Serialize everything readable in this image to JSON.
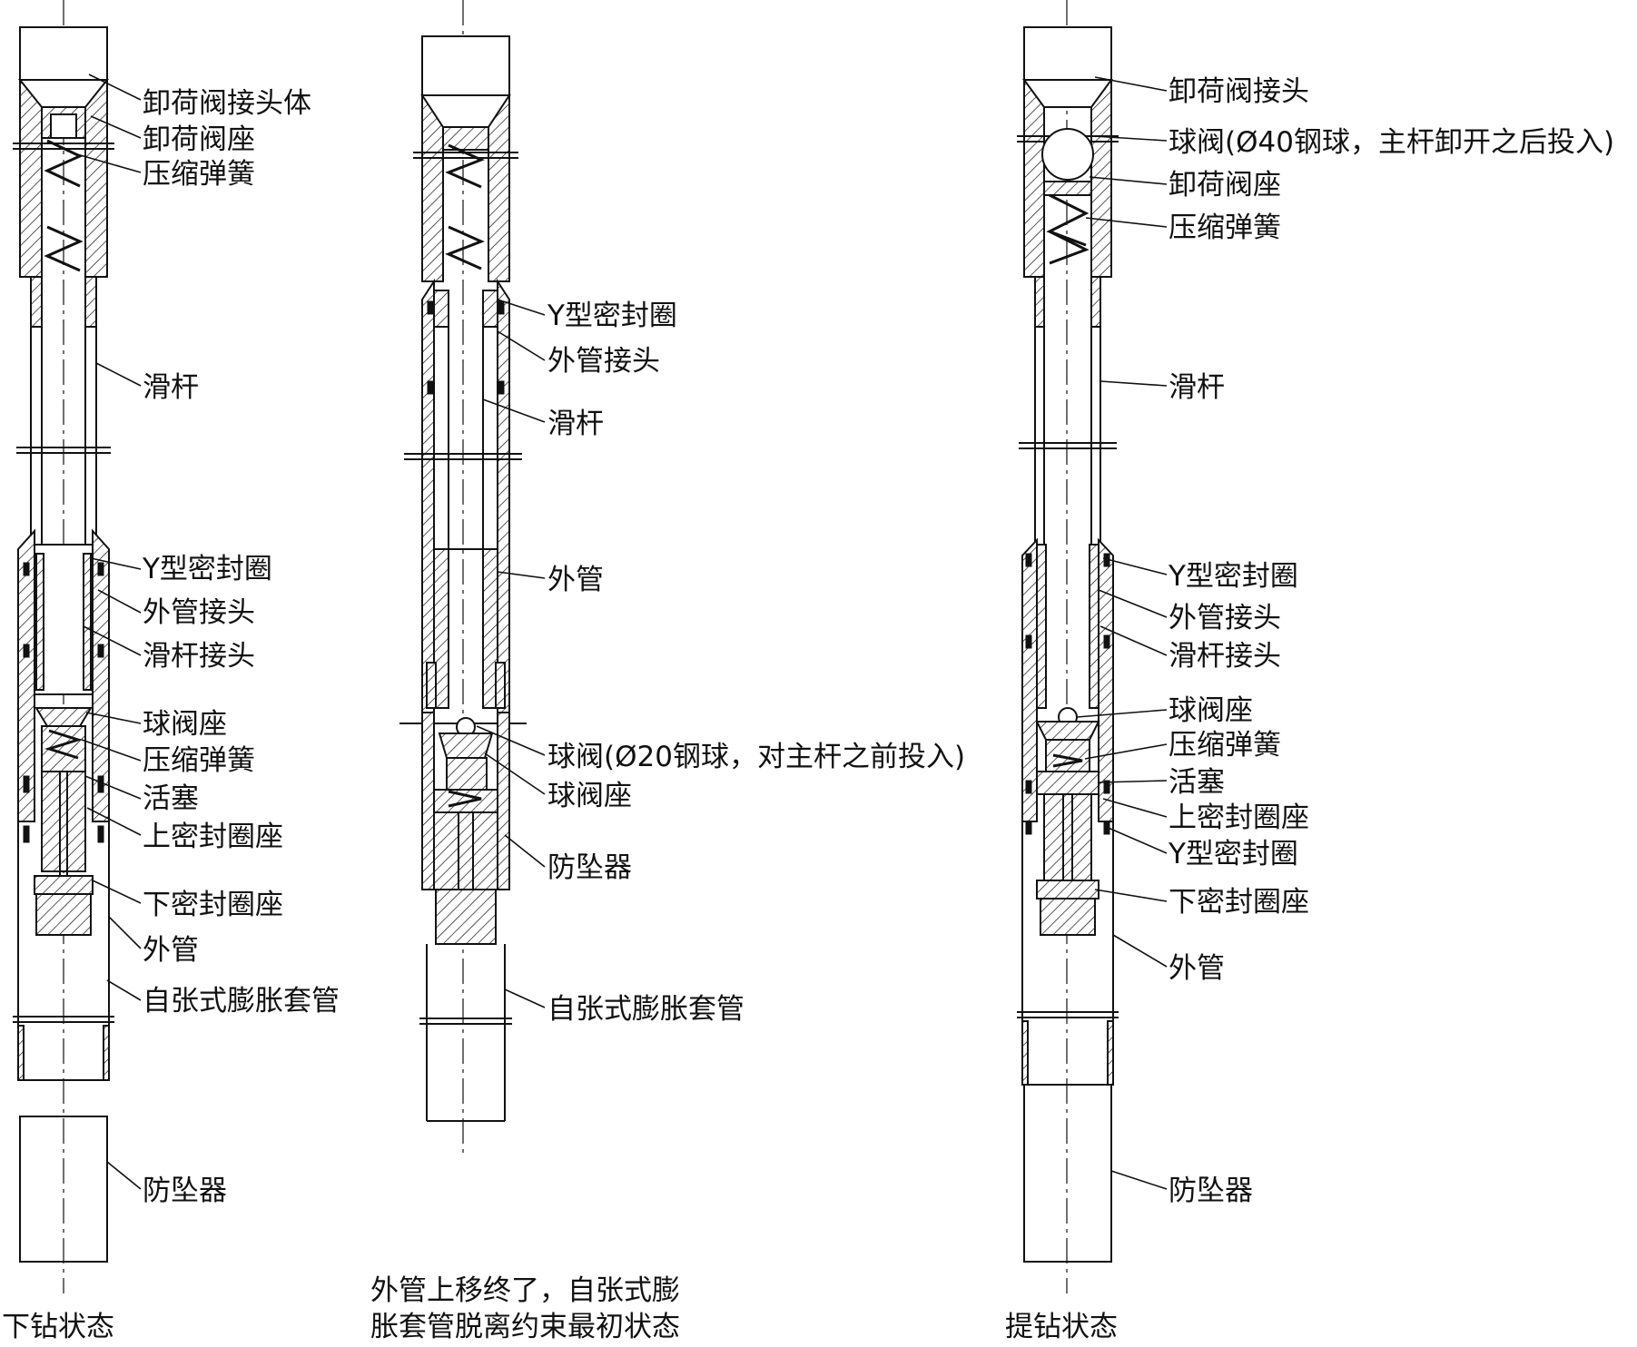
{
  "diagram": {
    "left": {
      "labels": [
        "卸荷阀接头体",
        "卸荷阀座",
        "压缩弹簧",
        "滑杆",
        "Y型密封圈",
        "外管接头",
        "滑杆接头",
        "球阀座",
        "压缩弹簧",
        "活塞",
        "上密封圈座",
        "下密封圈座",
        "外管",
        "自张式膨胀套管",
        "防坠器"
      ],
      "caption": [
        "下钻状态"
      ]
    },
    "middle": {
      "labels": [
        "Y型密封圈",
        "外管接头",
        "滑杆",
        "外管",
        "球阀(Ø20钢球，对主杆之前投入)",
        "球阀座",
        "防坠器",
        "自张式膨胀套管"
      ],
      "caption": [
        "外管上移终了，自张式膨",
        "胀套管脱离约束最初状态"
      ]
    },
    "right": {
      "labels": [
        "卸荷阀接头",
        "球阀(Ø40钢球，主杆卸开之后投入)",
        "卸荷阀座",
        "压缩弹簧",
        "滑杆",
        "Y型密封圈",
        "外管接头",
        "滑杆接头",
        "球阀座",
        "压缩弹簧",
        "活塞",
        "上密封圈座",
        "Y型密封圈",
        "下密封圈座",
        "外管",
        "防坠器"
      ],
      "caption": [
        "提钻状态"
      ]
    }
  }
}
